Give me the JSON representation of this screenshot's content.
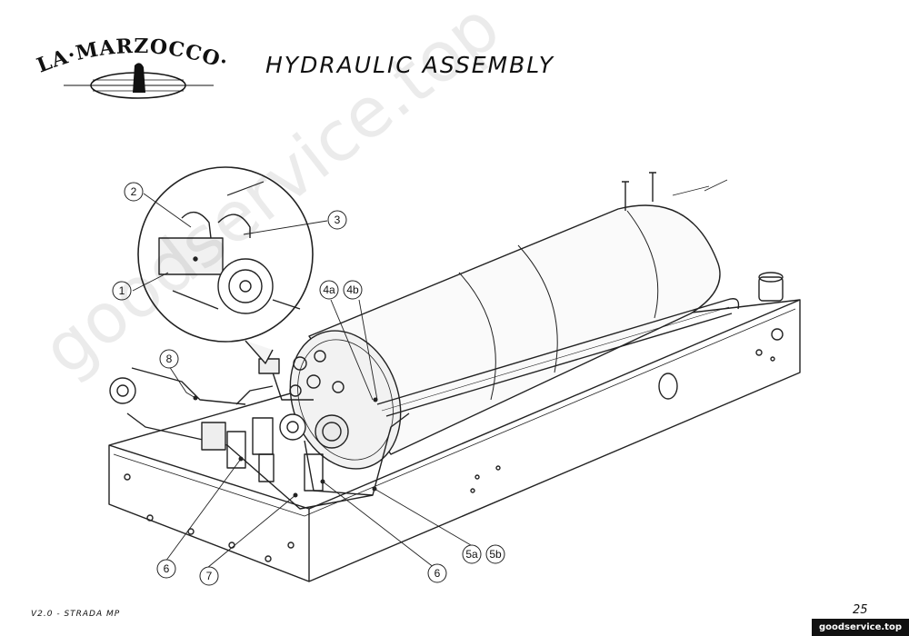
{
  "header": {
    "logo_text": "LA·MARZOCCO·",
    "title": "HYDRAULIC ASSEMBLY"
  },
  "callouts": [
    {
      "id": "c1",
      "label": "1"
    },
    {
      "id": "c2",
      "label": "2"
    },
    {
      "id": "c3",
      "label": "3"
    },
    {
      "id": "c4a",
      "label": "4a"
    },
    {
      "id": "c4b",
      "label": "4b"
    },
    {
      "id": "c5a",
      "label": "5a"
    },
    {
      "id": "c5b",
      "label": "5b"
    },
    {
      "id": "c6a",
      "label": "6"
    },
    {
      "id": "c6b",
      "label": "6"
    },
    {
      "id": "c7",
      "label": "7"
    },
    {
      "id": "c8",
      "label": "8"
    }
  ],
  "footer": {
    "model": "V2.0 - STRADA MP",
    "page_number": "25",
    "site_badge": "goodservice.top"
  },
  "watermark": "goodservice.top",
  "colors": {
    "line": "#222222",
    "shade": "#e9e9e9",
    "background": "#ffffff"
  }
}
